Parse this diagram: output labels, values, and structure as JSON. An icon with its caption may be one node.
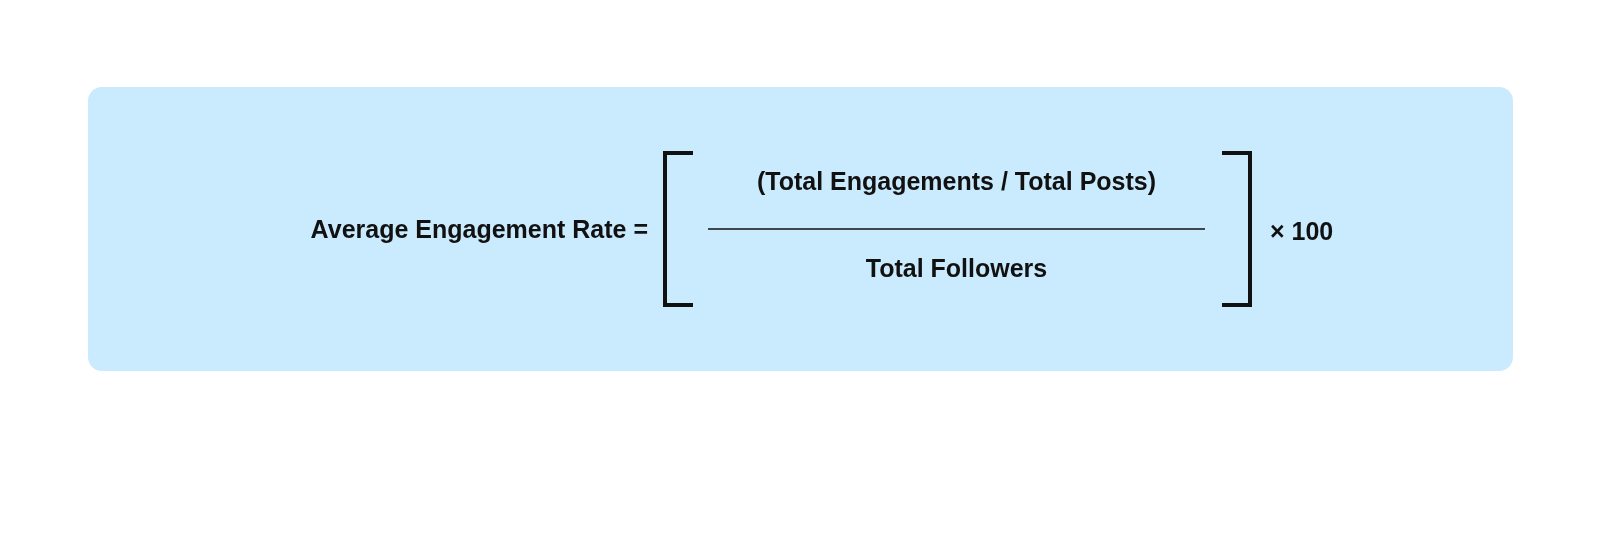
{
  "diagram": {
    "nodes": [
      {
        "text": [
          "Average Engagement Rate =",
          "(Total Engagements / Total Posts)",
          "Total Followers",
          "× 100"
        ]
      }
    ]
  }
}
